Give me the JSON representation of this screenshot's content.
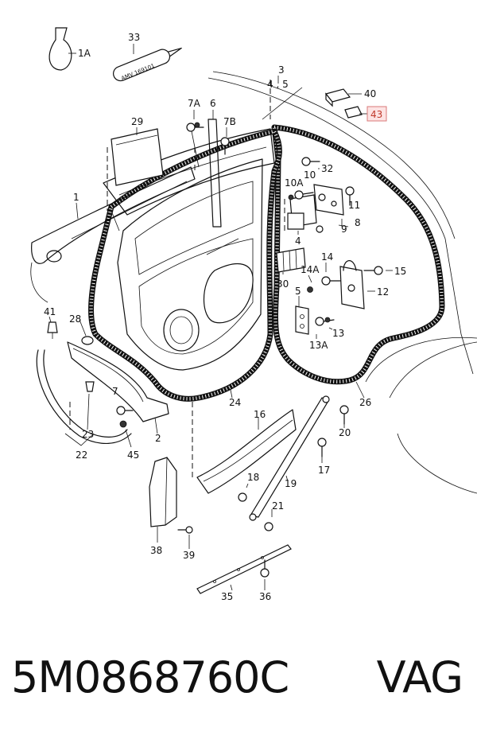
{
  "labels": {
    "l1A": "1A",
    "l33": "33",
    "l3": "3",
    "l45": "4 , 5",
    "l40": "40",
    "l43": "43",
    "l29": "29",
    "l7A": "7A",
    "l6": "6",
    "l7B": "7B",
    "l32": "32",
    "l10": "10",
    "l10A": "10A",
    "l11": "11",
    "l1": "1",
    "l8": "8",
    "l9": "9",
    "l4": "4",
    "l14": "14",
    "l14A": "14A",
    "l15": "15",
    "l30": "30",
    "l12": "12",
    "l5": "5",
    "l13": "13",
    "l13A": "13A",
    "l41": "41",
    "l28": "28",
    "l7": "7",
    "l24": "24",
    "l26": "26",
    "l16": "16",
    "l20": "20",
    "l23": "23",
    "l2": "2",
    "l22": "22",
    "l45b": "45",
    "l17": "17",
    "l18": "18",
    "l19": "19",
    "l21": "21",
    "l38": "38",
    "l39": "39",
    "l35": "35",
    "l36": "36",
    "tube_text": "AMV 169101"
  },
  "highlight_color": "#c0392b",
  "footer": {
    "part_number": "5M0868760C",
    "brand": "VAG"
  }
}
